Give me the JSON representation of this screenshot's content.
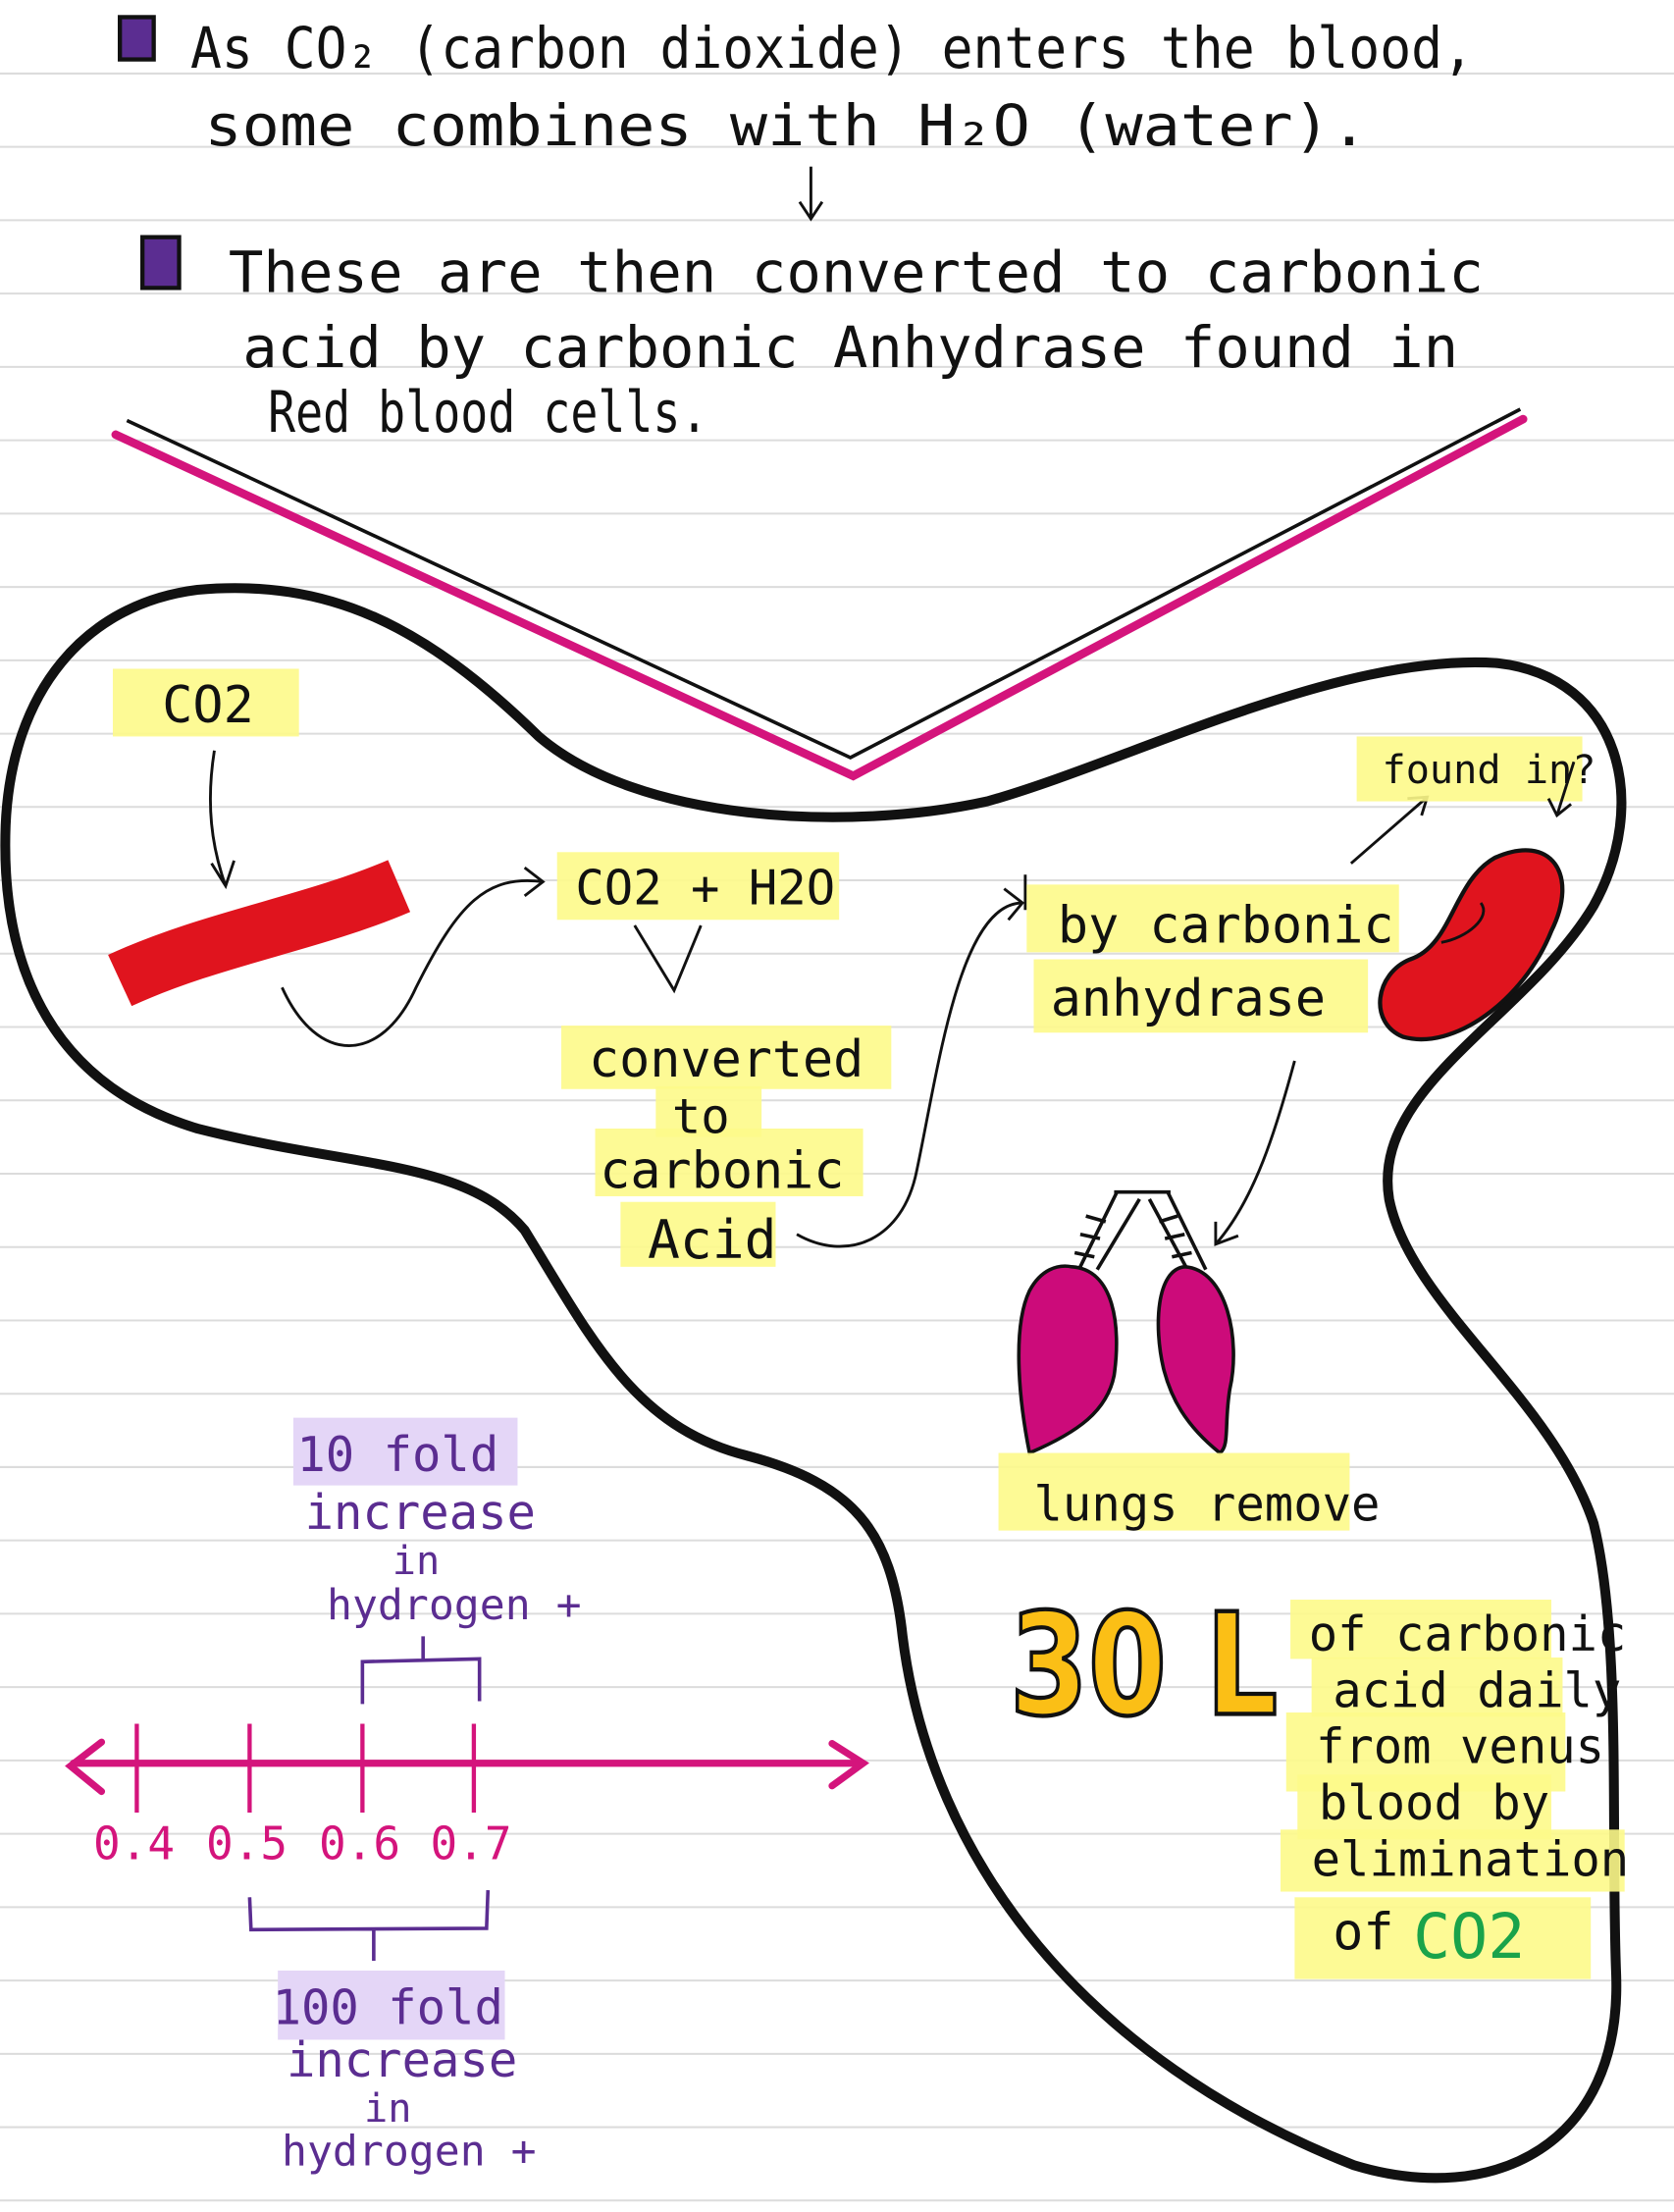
{
  "notes": {
    "bullet1": [
      "As CO₂ (carbon dioxide) enters the blood,",
      "some combines with H₂O (water)."
    ],
    "bullet2": [
      "These are then converted to carbonic",
      "acid by carbonic Anhydrase found in",
      "Red blood cells."
    ]
  },
  "diagram": {
    "co2": "CO2",
    "co2_h2o": "CO2 + H2O",
    "converted": [
      "converted",
      "to",
      "carbonic",
      "Acid"
    ],
    "enzyme": [
      "by carbonic",
      "anhydrase"
    ],
    "found_in": "found in?",
    "lungs_remove": "lungs remove",
    "volume": "30 L",
    "volume_desc": [
      "of carbonic",
      "acid daily",
      "from venus",
      "blood by",
      "elimination"
    ],
    "of_label": "of",
    "co2_green": "CO2"
  },
  "number_line": {
    "ticks": [
      "0.4",
      "0.5",
      "0.6",
      "0.7"
    ],
    "top_note": [
      "10 fold",
      "increase",
      "in",
      "hydrogen +"
    ],
    "bottom_note": [
      "100 fold",
      "increase",
      "in",
      "hydrogen +"
    ]
  },
  "colors": {
    "purple": "#5b2d91",
    "magenta": "#d4147c",
    "red": "#e0141e",
    "lung": "#cc0b7a",
    "highlight": "#fdf98a",
    "orange": "#fbbf16",
    "green": "#1aa34a"
  }
}
